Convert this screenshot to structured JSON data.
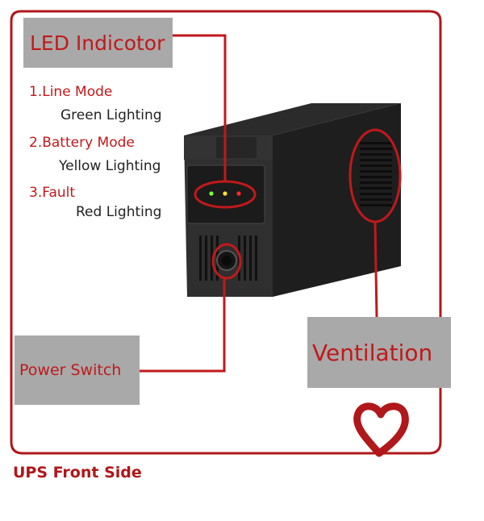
{
  "callouts": {
    "led_indicator": "LED Indicotor",
    "power_switch": "Power Switch",
    "ventilation": "Ventilation"
  },
  "modes": [
    {
      "title": "1.Line Mode",
      "desc": "Green Lighting"
    },
    {
      "title": "2.Battery Mode",
      "desc": "Yellow Lighting"
    },
    {
      "title": "3.Fault",
      "desc": "Red Lighting"
    }
  ],
  "caption": "UPS Front Side",
  "colors": {
    "accent_red": "#c0191b",
    "callout_gray": "#a9a9a9",
    "led_green": "#7dff3a",
    "led_yellow": "#ffe23a",
    "led_red": "#ff2a2a"
  }
}
